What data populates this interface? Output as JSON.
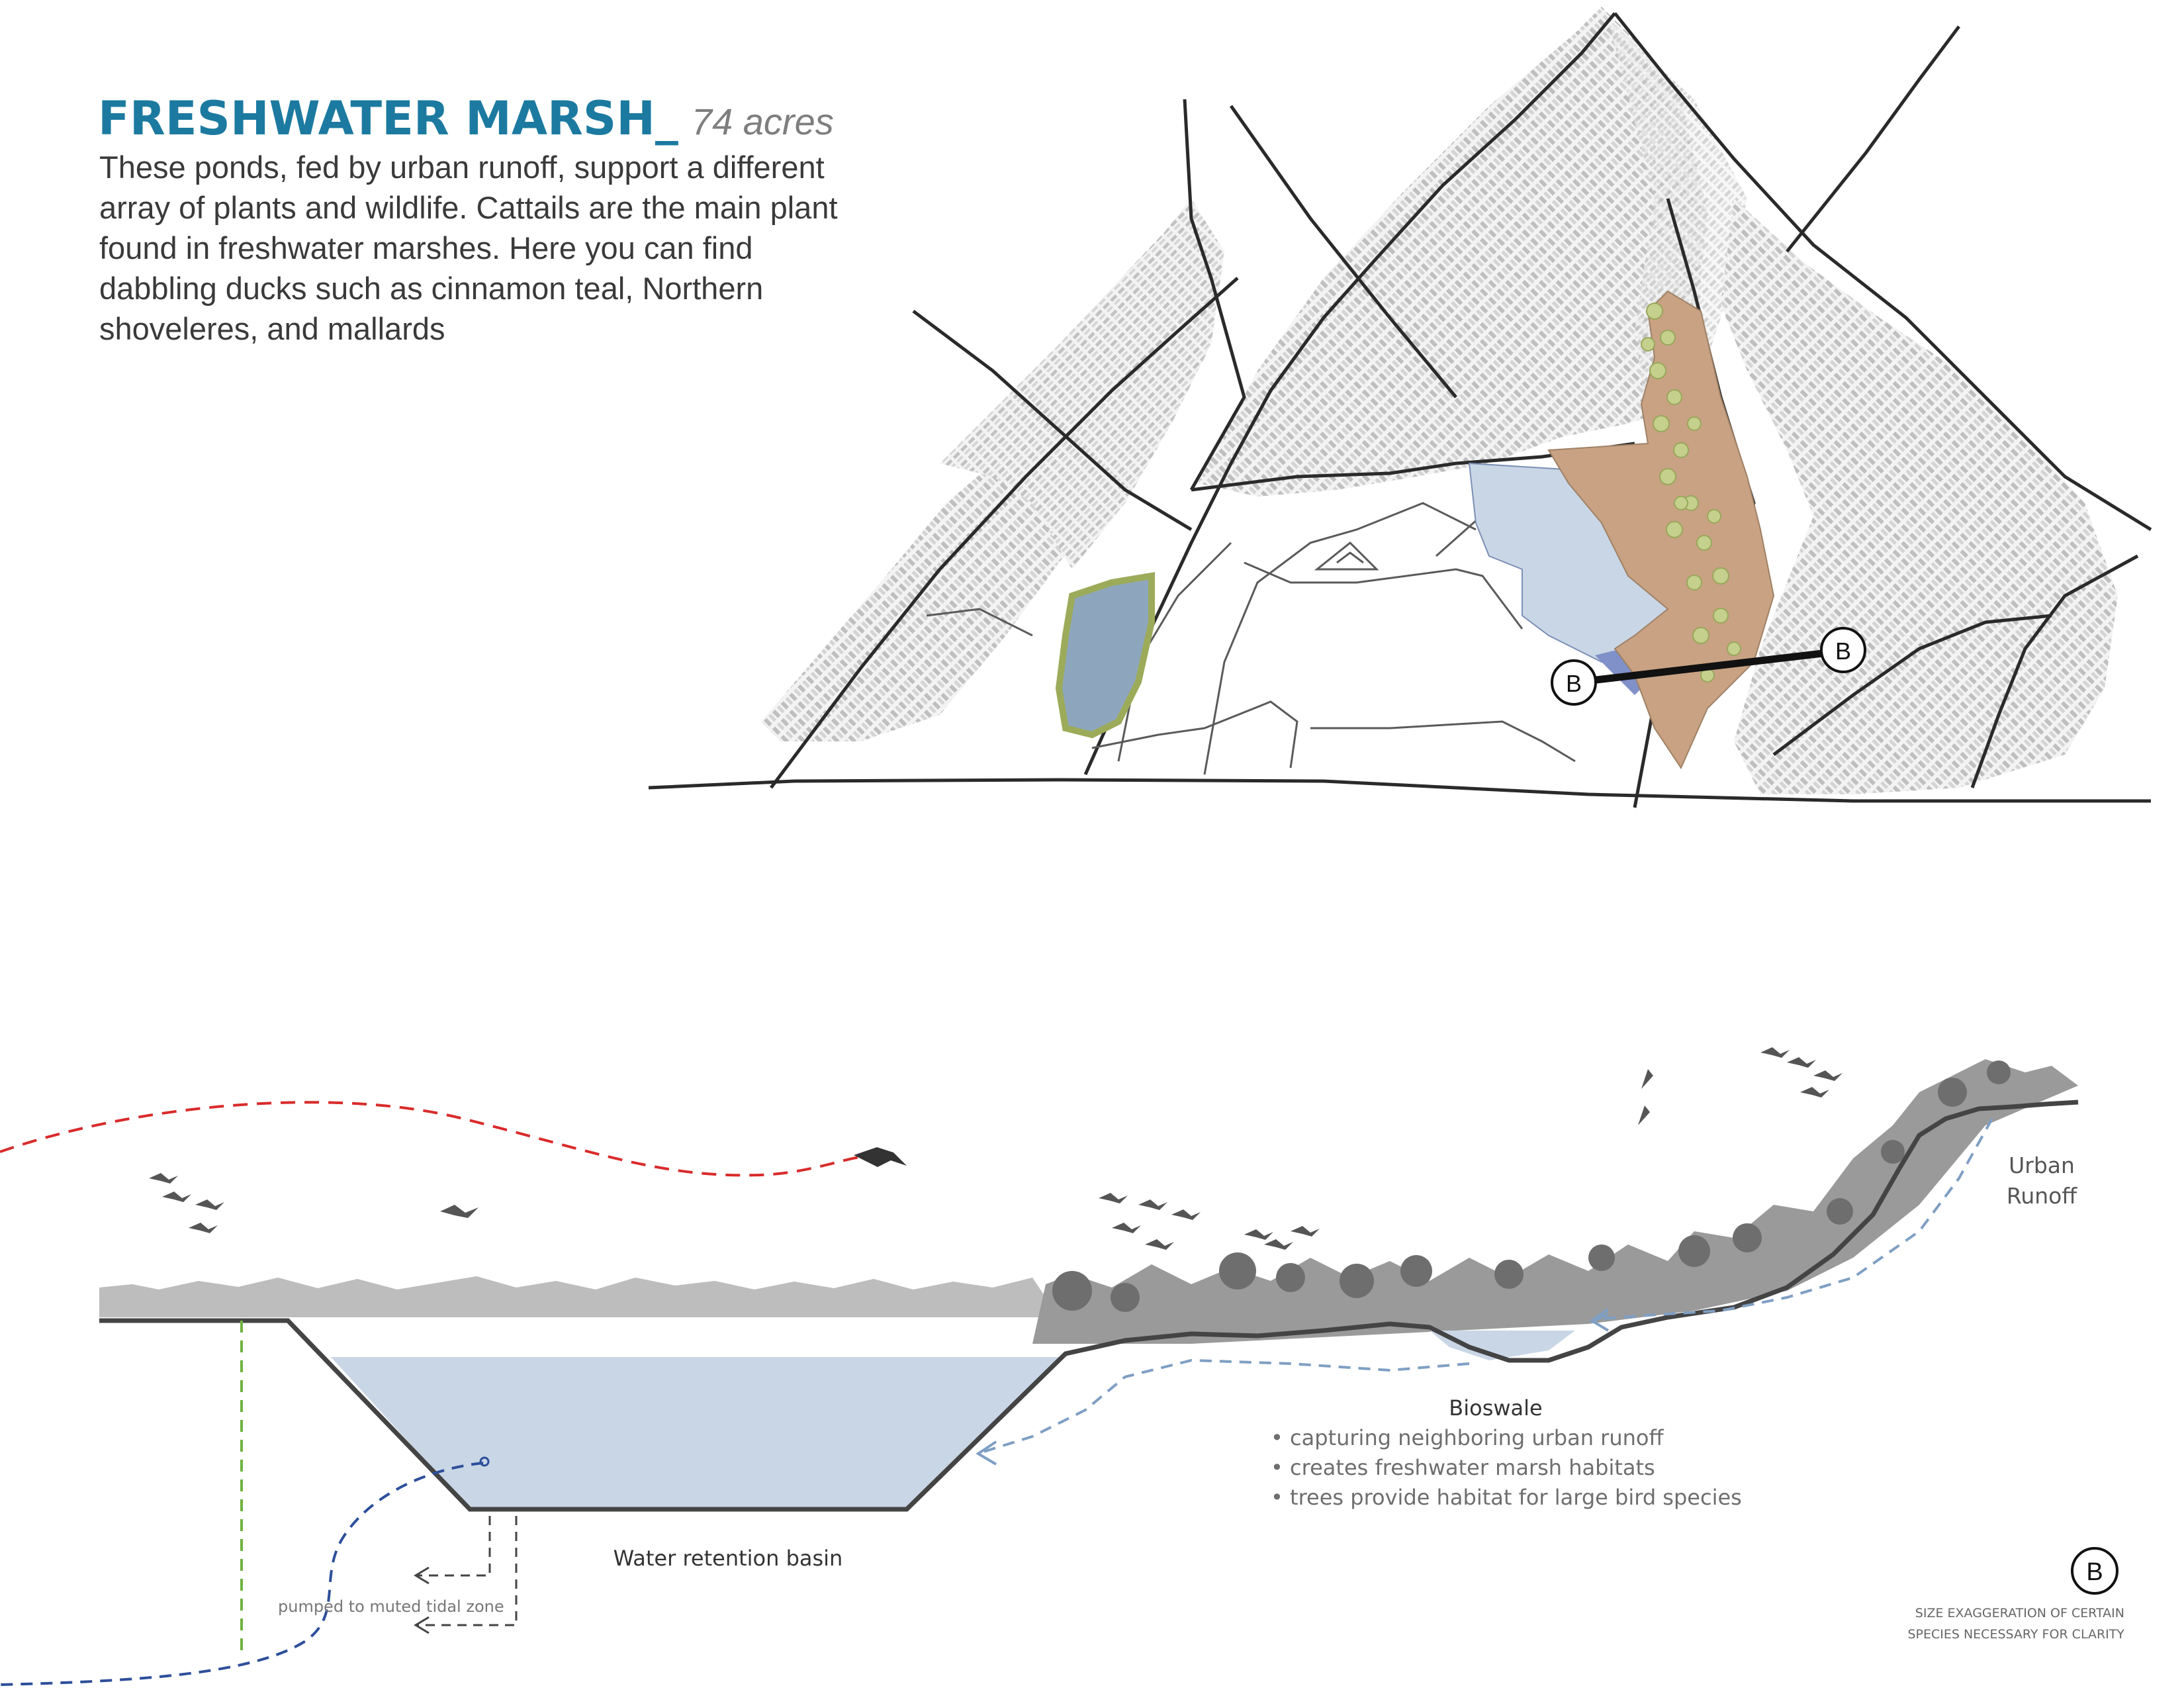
{
  "header": {
    "title": "FRESHWATER MARSH_",
    "area": "74 acres",
    "description": "These ponds, fed by urban runoff, support a different array of plants and wildlife. Cattails are the main plant found in freshwater marshes. Here you can find dabbling ducks such as cinnamon teal, Northern shoveleres, and mallards"
  },
  "map": {
    "section_marker_left": "B",
    "section_marker_right": "B"
  },
  "section": {
    "urban_runoff_line1": "Urban",
    "urban_runoff_line2": "Runoff",
    "bioswale_title": "Bioswale",
    "bioswale_bullets": [
      "capturing neighboring urban runoff",
      "creates freshwater marsh habitats",
      "trees provide habitat for large bird species"
    ],
    "basin_label": "Water retention basin",
    "pumped_label": "pumped to muted tidal zone",
    "section_key": "B",
    "note_line1": "SIZE EXAGGERATION OF CERTAIN",
    "note_line2": "SPECIES NECESSARY  FOR CLARITY"
  },
  "colors": {
    "title": "#1c7aa0",
    "water": "#c9d6e6",
    "marsh": "#c8a283",
    "pond": "#8ea6bd",
    "bird_path": "#d92b2b",
    "runoff_path": "#7f9fc4",
    "fish_path": "#2d4f9a",
    "green_line": "#6fb23e"
  }
}
